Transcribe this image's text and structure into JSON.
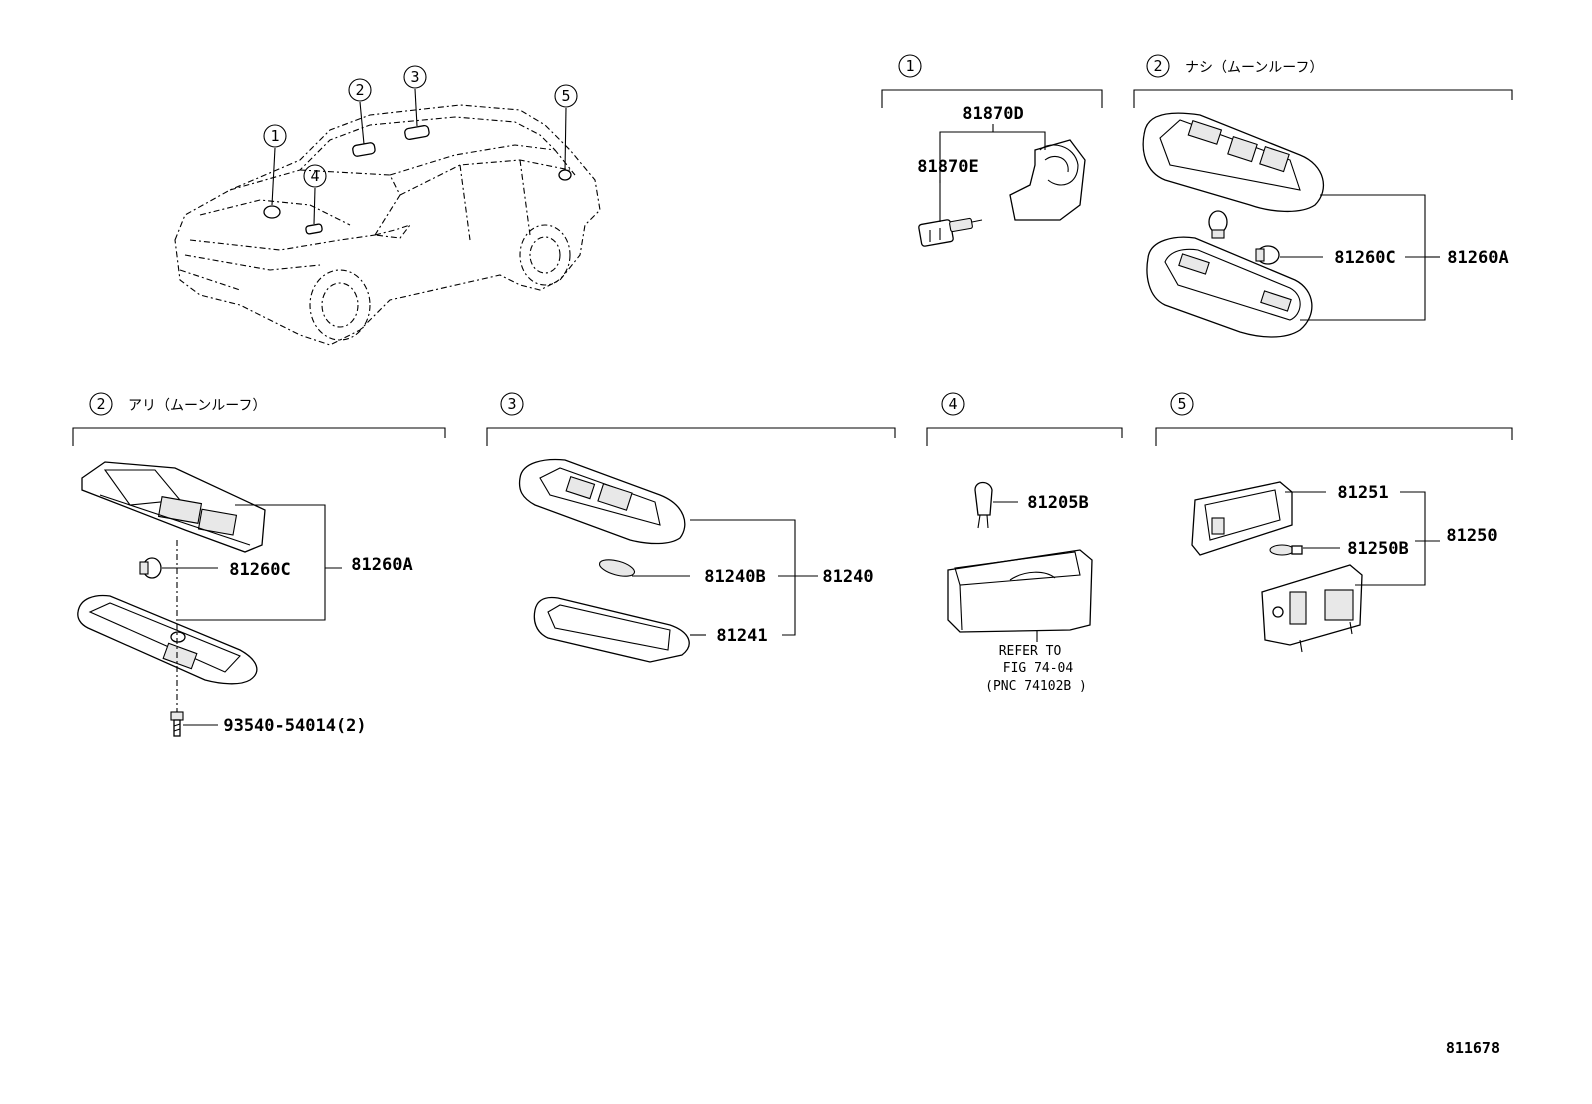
{
  "overview": {
    "callouts": [
      "1",
      "2",
      "3",
      "4",
      "5"
    ]
  },
  "sections": {
    "s1": {
      "num": "1",
      "header": "",
      "parts": [
        "81870D",
        "81870E"
      ]
    },
    "s2a": {
      "num": "2",
      "header": "ナシ（ムーンルーフ）",
      "parts": [
        "81260C",
        "81260A"
      ]
    },
    "s2b": {
      "num": "2",
      "header": "アリ（ムーンルーフ）",
      "parts": [
        "81260C",
        "81260A",
        "93540-54014(2)"
      ]
    },
    "s3": {
      "num": "3",
      "header": "",
      "parts": [
        "81240B",
        "81240",
        "81241"
      ]
    },
    "s4": {
      "num": "4",
      "header": "",
      "parts": [
        "81205B"
      ],
      "note": [
        "REFER TO",
        "FIG 74-04",
        "(PNC 74102B )"
      ]
    },
    "s5": {
      "num": "5",
      "header": "",
      "parts": [
        "81251",
        "81250B",
        "81250"
      ]
    }
  },
  "diagram_id": "811678"
}
